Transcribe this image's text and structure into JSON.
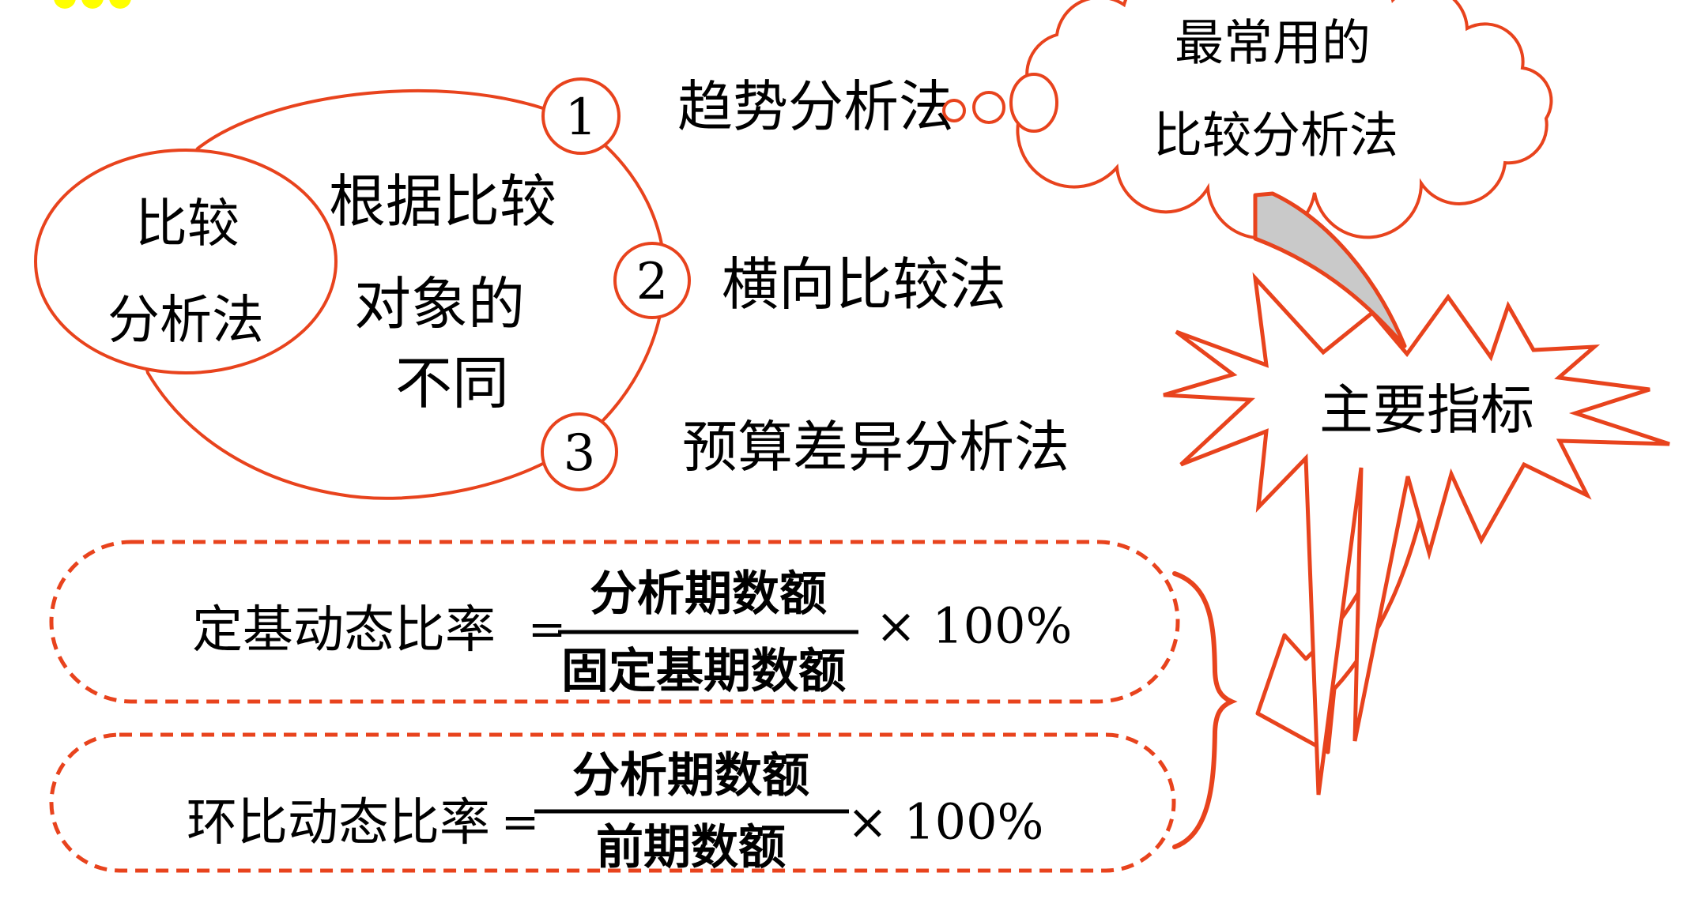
{
  "palette": {
    "accent": "#e8431d",
    "gray_fill": "#c9c9c9",
    "yellow": "#ffff00",
    "ink": "#000000"
  },
  "bullets": {
    "count": 3
  },
  "root_bubble": {
    "line1": "比较",
    "line2": "分析法"
  },
  "criterion": {
    "line1": "根据比较",
    "line2": "对象的",
    "line3": "不同"
  },
  "branches": [
    {
      "num": "1",
      "label": "趋势分析法"
    },
    {
      "num": "2",
      "label": "横向比较法"
    },
    {
      "num": "3",
      "label": "预算差异分析法"
    }
  ],
  "thought_cloud": {
    "line1": "最常用的",
    "line2": "比较分析法"
  },
  "starburst": {
    "label": "主要指标"
  },
  "formulas": [
    {
      "name": "定基动态比率",
      "eq": "=",
      "numerator": "分析期数额",
      "denominator": "固定基期数额",
      "multiplier": "× 100%"
    },
    {
      "name": "环比动态比率",
      "eq": "=",
      "numerator": "分析期数额",
      "denominator": "前期数额",
      "multiplier": "× 100%"
    }
  ]
}
